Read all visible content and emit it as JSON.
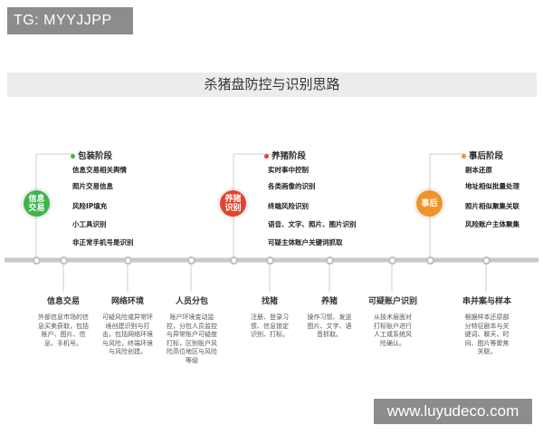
{
  "tag": "TG: MYYJJPP",
  "title": "杀猪盘防控与识别思路",
  "colors": {
    "green": "#3cb54a",
    "red": "#e5412c",
    "orange": "#f0932a",
    "line": "#bdbdbd"
  },
  "phases": [
    {
      "circle": "信息\n交易",
      "title": "包装阶段",
      "items": [
        "信息交易相关舆情",
        "照片交易信息",
        "风险IP填充",
        "小工具识别",
        "非正常手机号是识别"
      ]
    },
    {
      "circle": "养猪\n识别",
      "title": "养猪阶段",
      "items": [
        "实时事中控制",
        "各类画像的识别",
        "终端风险识别",
        "语音、文字、照片、图片识别",
        "可疑主体账户关键词抓取"
      ]
    },
    {
      "circle": "事后",
      "title": "事后阶段",
      "items": [
        "剔本还原",
        "地址相似批量处理",
        "照片相似聚集关联",
        "风险账户主体聚集"
      ]
    }
  ],
  "steps": [
    {
      "title": "信息交易",
      "desc": [
        "外部信息市场的信",
        "息买卖获取，包括",
        "账户、图片、信",
        "息、手机号。"
      ]
    },
    {
      "title": "网络环境",
      "desc": [
        "可疑风险或异常环",
        "境创建识别与打",
        "击，包括网络环境",
        "与风险，终端环境",
        "与风险创建。"
      ]
    },
    {
      "title": "人员分包",
      "desc": [
        "账户环境变动监",
        "控，分包人员监控",
        "与异常账户可疑度",
        "打标，区别账户风",
        "险高位地区与风险",
        "等级"
      ]
    },
    {
      "title": "找猪",
      "desc": [
        "注册、登录习",
        "惯、信息锁定",
        "识别、打标。"
      ]
    },
    {
      "title": "养猪",
      "desc": [
        "操作习惯、发送",
        "图片、文字、语",
        "音抓取。"
      ]
    },
    {
      "title": "可疑账户识别",
      "desc": [
        "从技术层面对",
        "打标账户进行",
        "人工或系统风",
        "险确认。"
      ]
    },
    {
      "title": "串并案与样本",
      "desc": [
        "根据样本还原部",
        "分特征剧本与关",
        "键词、聊天、时",
        "间、图片等聚焦",
        "关联。"
      ]
    }
  ],
  "watermark": "www.luyudeco.com"
}
